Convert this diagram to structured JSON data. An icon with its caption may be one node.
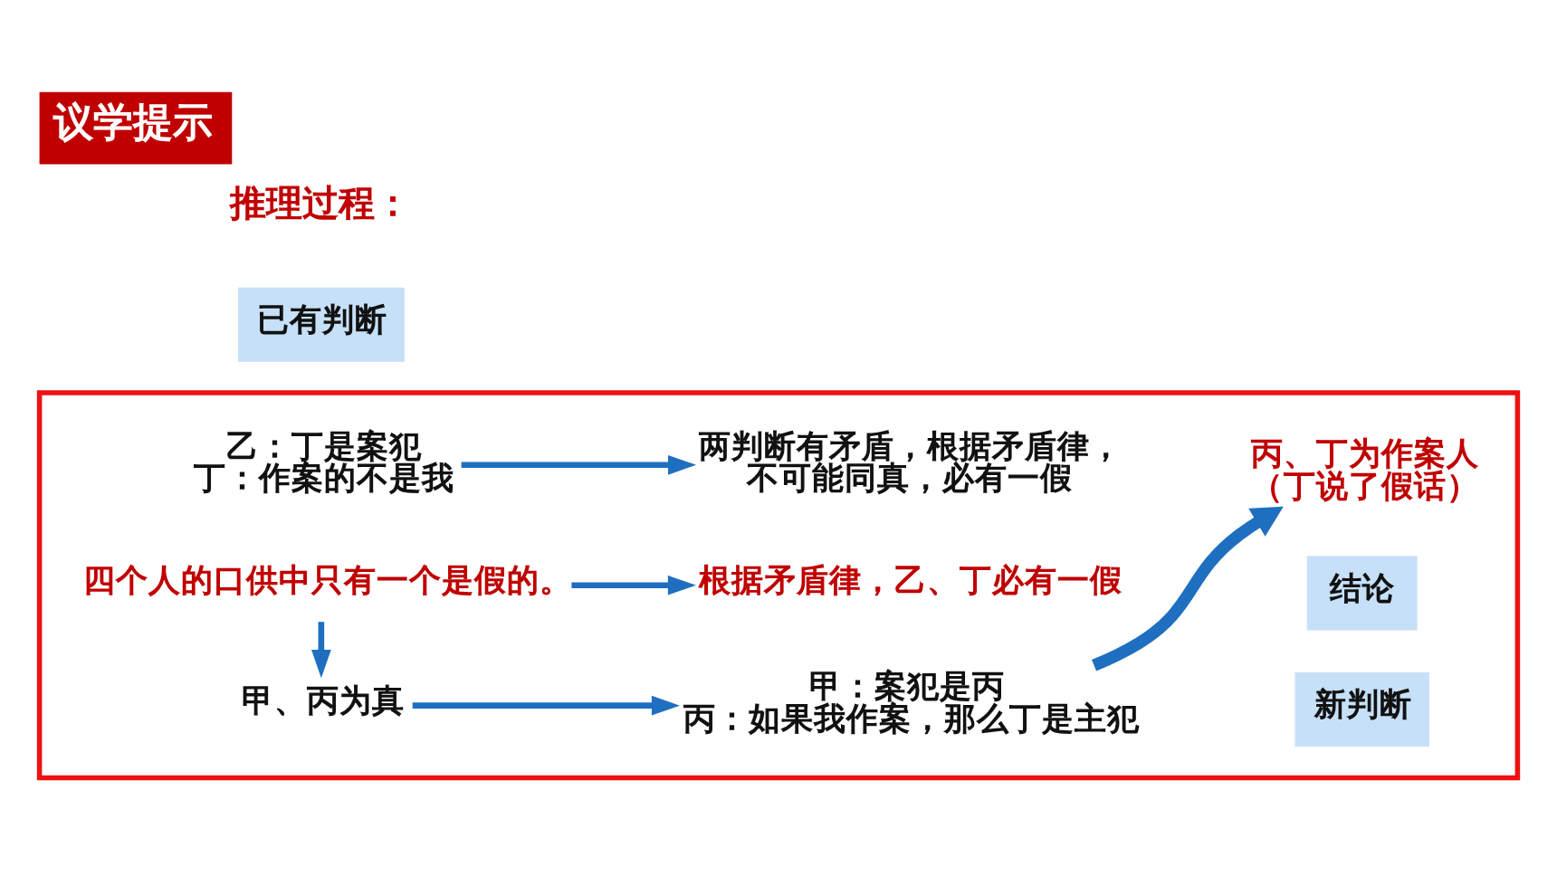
{
  "diagram": {
    "title": "议学提示",
    "nodes": [
      {
        "text": [],
        "shape": "box"
      },
      {
        "text": [
          "已有判断"
        ]
      },
      {
        "text": [
          "乙：丁是案犯",
          "丁：作案的不是我"
        ],
        "in": 0
      },
      {
        "text": [
          "两判断有矛盾，根据矛盾律，不可能同真，必有一假"
        ],
        "in": 0
      },
      {
        "text": [
          "四个人的口供中只有一个是假的。"
        ],
        "in": 0
      },
      {
        "text": [
          "根据矛盾律，乙、丁必有一假"
        ],
        "in": 0
      },
      {
        "text": [
          "甲、丙为真"
        ],
        "in": 0
      },
      {
        "text": [
          "甲：案犯是丙",
          "丙：如果我作案，那么丁是主犯"
        ],
        "in": 0
      },
      {
        "text": [
          "结论"
        ],
        "in": 0
      },
      {
        "text": [
          "丙、丁为作案人",
          "（丁说了假话）"
        ],
        "in": 0
      },
      {
        "text": [
          "新判断"
        ],
        "in": 0
      }
    ],
    "edges": [
      {
        "from": 2,
        "to": 3,
        "arrow": "to"
      },
      {
        "from": 4,
        "to": 5,
        "arrow": "to"
      },
      {
        "from": 4,
        "to": 6,
        "arrow": "to"
      },
      {
        "from": 6,
        "to": 7,
        "arrow": "to"
      },
      {
        "from": 7,
        "to": 9,
        "arrow": "to",
        "style": "thick"
      }
    ],
    "labels": [
      "推理过程："
    ]
  }
}
